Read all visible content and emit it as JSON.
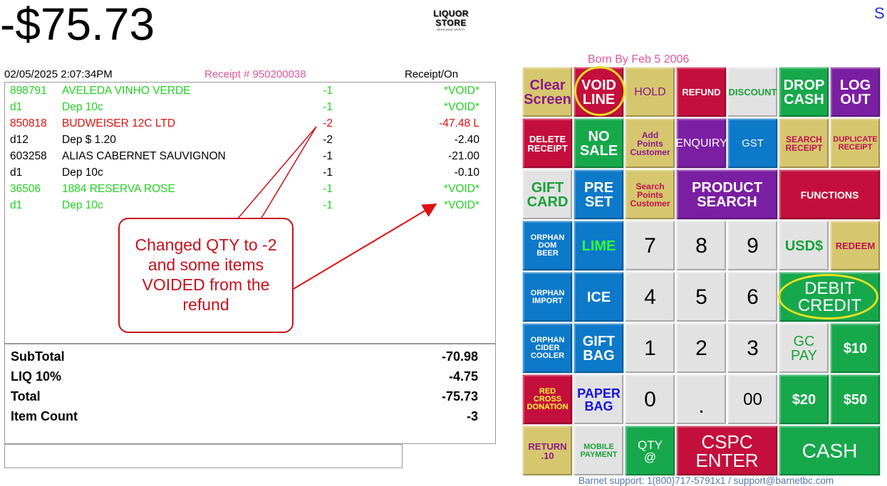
{
  "header": {
    "total_display": "-$75.73",
    "logo_line1": "LIQUOR",
    "logo_line2": "STORE",
    "logo_tagline": "BEER WINE SPIRITS",
    "corner_mark": "S",
    "age_notice": "Born By Feb 5 2006"
  },
  "receipt": {
    "datetime": "02/05/2025 2:07:34PM",
    "receipt_number": "Receipt # 950200038",
    "mode": "Receipt/On",
    "lines": [
      {
        "code": "898791",
        "desc": "AVELEDA VINHO VERDE",
        "qty": "-1",
        "amount": "*VOID*",
        "status": "void"
      },
      {
        "code": "d1",
        "desc": "Dep 10c",
        "qty": "-1",
        "amount": "*VOID*",
        "status": "void"
      },
      {
        "code": "850818",
        "desc": "BUDWEISER 12C LTD",
        "qty": "-2",
        "amount": "-47.48 L",
        "status": "selected"
      },
      {
        "code": "d12",
        "desc": "Dep $ 1.20",
        "qty": "-2",
        "amount": "-2.40",
        "status": "normal"
      },
      {
        "code": "603258",
        "desc": "ALIAS CABERNET SAUVIGNON",
        "qty": "-1",
        "amount": "-21.00",
        "status": "normal"
      },
      {
        "code": "d1",
        "desc": "Dep 10c",
        "qty": "-1",
        "amount": "-0.10",
        "status": "normal"
      },
      {
        "code": "36506",
        "desc": "1884 RESERVA ROSE",
        "qty": "-1",
        "amount": "*VOID*",
        "status": "void"
      },
      {
        "code": "d1",
        "desc": "Dep 10c",
        "qty": "-1",
        "amount": "*VOID*",
        "status": "void"
      }
    ],
    "totals": [
      {
        "label": "SubTotal",
        "value": "-70.98"
      },
      {
        "label": "LIQ 10%",
        "value": "-4.75"
      },
      {
        "label": "Total",
        "value": "-75.73"
      },
      {
        "label": "Item Count",
        "value": "-3"
      }
    ]
  },
  "callout": {
    "text": "Changed QTY to -2\nand some items\nVOIDED from the\nrefund"
  },
  "keypad": {
    "keys": [
      {
        "id": "clear-screen",
        "label": "Clear\nScreen"
      },
      {
        "id": "void-line",
        "label": "VOID\nLINE"
      },
      {
        "id": "hold",
        "label": "HOLD"
      },
      {
        "id": "refund",
        "label": "REFUND"
      },
      {
        "id": "discount",
        "label": "DISCOUNT"
      },
      {
        "id": "drop-cash",
        "label": "DROP\nCASH"
      },
      {
        "id": "log-out",
        "label": "LOG\nOUT"
      },
      {
        "id": "delete-receipt",
        "label": "DELETE\nRECEIPT"
      },
      {
        "id": "no-sale",
        "label": "NO\nSALE"
      },
      {
        "id": "add-points",
        "label": "Add\nPoints\nCustomer"
      },
      {
        "id": "enquiry",
        "label": "ENQUIRY"
      },
      {
        "id": "gst",
        "label": "GST"
      },
      {
        "id": "search-receipt",
        "label": "SEARCH\nRECEIPT"
      },
      {
        "id": "duplicate-receipt",
        "label": "DUPLICATE\nRECEIPT"
      },
      {
        "id": "gift-card",
        "label": "GIFT\nCARD"
      },
      {
        "id": "preset",
        "label": "PRE\nSET"
      },
      {
        "id": "search-points",
        "label": "Search\nPoints\nCustomer"
      },
      {
        "id": "product-search",
        "label": "PRODUCT\nSEARCH"
      },
      {
        "id": "functions",
        "label": "FUNCTIONS"
      },
      {
        "id": "orphan-dom-beer",
        "label": "ORPHAN\nDOM\nBEER"
      },
      {
        "id": "lime",
        "label": "LIME"
      },
      {
        "id": "num-7",
        "label": "7"
      },
      {
        "id": "num-8",
        "label": "8"
      },
      {
        "id": "num-9",
        "label": "9"
      },
      {
        "id": "usd",
        "label": "USD$"
      },
      {
        "id": "redeem",
        "label": "REDEEM"
      },
      {
        "id": "orphan-import",
        "label": "ORPHAN\nIMPORT"
      },
      {
        "id": "ice",
        "label": "ICE"
      },
      {
        "id": "num-4",
        "label": "4"
      },
      {
        "id": "num-5",
        "label": "5"
      },
      {
        "id": "num-6",
        "label": "6"
      },
      {
        "id": "debit-credit",
        "label": "DEBIT\nCREDIT"
      },
      {
        "id": "orphan-cider-cooler",
        "label": "ORPHAN\nCIDER\nCOOLER"
      },
      {
        "id": "gift-bag",
        "label": "GIFT\nBAG"
      },
      {
        "id": "num-1",
        "label": "1"
      },
      {
        "id": "num-2",
        "label": "2"
      },
      {
        "id": "num-3",
        "label": "3"
      },
      {
        "id": "gc-pay",
        "label": "GC\nPAY"
      },
      {
        "id": "ten",
        "label": "$10"
      },
      {
        "id": "red-cross",
        "label": "RED\nCROSS\nDONATION"
      },
      {
        "id": "paper-bag",
        "label": "PAPER\nBAG"
      },
      {
        "id": "num-0",
        "label": "0"
      },
      {
        "id": "decimal",
        "label": "."
      },
      {
        "id": "double-zero",
        "label": "00"
      },
      {
        "id": "twenty",
        "label": "$20"
      },
      {
        "id": "fifty",
        "label": "$50"
      },
      {
        "id": "return-10",
        "label": "RETURN\n.10"
      },
      {
        "id": "mobile-payment",
        "label": "MOBILE\nPAYMENT"
      },
      {
        "id": "qty-at",
        "label": "QTY\n@"
      },
      {
        "id": "cspc-enter",
        "label": "CSPC\nENTER"
      },
      {
        "id": "cash",
        "label": "CASH"
      }
    ]
  },
  "footer": {
    "support": "Barnet support: 1(800)717-5791x1 / support@barnetbc.com"
  },
  "colors": {
    "void": "#22d322",
    "selected": "#e01010",
    "receipt_number": "#e0569a",
    "callout": "#c8101a",
    "highlight_ring": "#e8e020"
  }
}
